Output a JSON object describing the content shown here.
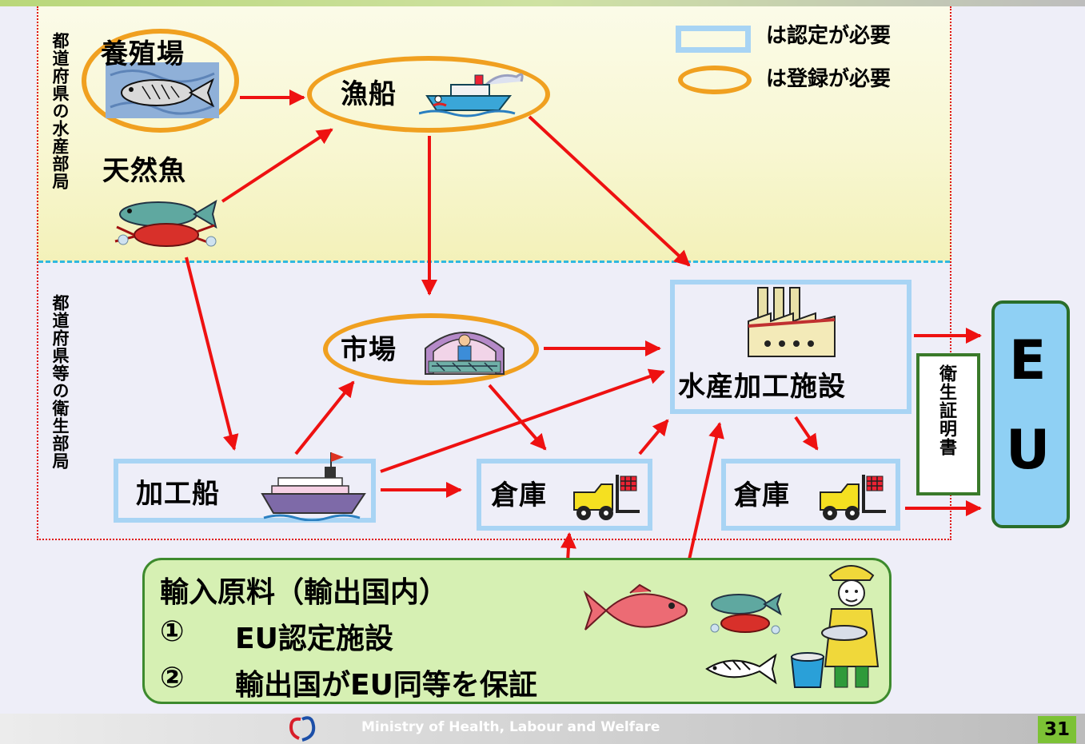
{
  "regions": {
    "upper_label": "都道府県の水産部局",
    "lower_label": "都道府県等の衛生部局"
  },
  "legend": {
    "rect_text": "は認定が必要",
    "oval_text": "は登録が必要"
  },
  "nodes": {
    "aquaculture": "養殖場",
    "wild_fish": "天然魚",
    "fishing_boat": "漁船",
    "market": "市場",
    "processing_plant": "水産加工施設",
    "processing_ship": "加工船",
    "warehouse_1": "倉庫",
    "warehouse_2": "倉庫"
  },
  "eu": {
    "letter_1": "E",
    "letter_2": "U"
  },
  "certificate": "衛生証明書",
  "imports": {
    "title": "輸入原料（輸出国内）",
    "item1_num": "①",
    "item1_text": "EU認定施設",
    "item2_num": "②",
    "item2_text": "輸出国がEU同等を保証"
  },
  "footer": {
    "ministry": "Ministry of Health, Labour and Welfare",
    "page": "31"
  },
  "colors": {
    "arrow": "#ee1111",
    "oval_border": "#f0a020",
    "rect_border": "#a8d4f4",
    "eu_fill": "#8fd0f4",
    "import_fill": "#d6f0b3"
  }
}
